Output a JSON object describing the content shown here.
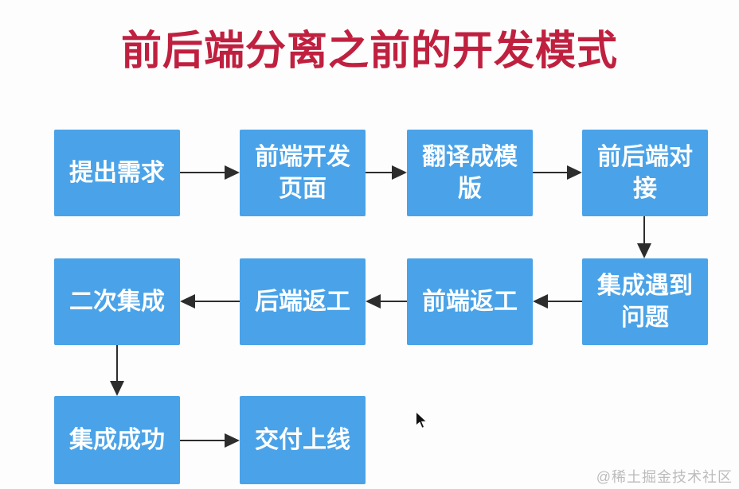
{
  "title": "前后端分离之前的开发模式",
  "watermark": "@稀土掘金技术社区",
  "colors": {
    "title": "#c0203f",
    "node_fill": "#4aa3e8",
    "node_text": "#ffffff",
    "arrow": "#2d2d2d",
    "watermark": "#bcbcbc",
    "background": "#fdfdfd"
  },
  "flowchart": {
    "type": "flow-diagram",
    "nodes": [
      {
        "id": "request",
        "label": "提出需求",
        "row": 1,
        "col": 1
      },
      {
        "id": "frontend-dev",
        "label": "前端开发页面",
        "row": 1,
        "col": 2
      },
      {
        "id": "translate-template",
        "label": "翻译成模版",
        "row": 1,
        "col": 3
      },
      {
        "id": "fe-be-joint",
        "label": "前后端对接",
        "row": 1,
        "col": 4
      },
      {
        "id": "integration-problem",
        "label": "集成遇到问题",
        "row": 2,
        "col": 4
      },
      {
        "id": "fe-rework",
        "label": "前端返工",
        "row": 2,
        "col": 3
      },
      {
        "id": "be-rework",
        "label": "后端返工",
        "row": 2,
        "col": 2
      },
      {
        "id": "second-integration",
        "label": "二次集成",
        "row": 2,
        "col": 1
      },
      {
        "id": "integration-success",
        "label": "集成成功",
        "row": 3,
        "col": 1
      },
      {
        "id": "deliver-launch",
        "label": "交付上线",
        "row": 3,
        "col": 2
      }
    ],
    "edges": [
      {
        "from": "提出需求",
        "to": "前端开发页面",
        "direction": "right"
      },
      {
        "from": "前端开发页面",
        "to": "翻译成模版",
        "direction": "right"
      },
      {
        "from": "翻译成模版",
        "to": "前后端对接",
        "direction": "right"
      },
      {
        "from": "前后端对接",
        "to": "集成遇到问题",
        "direction": "down"
      },
      {
        "from": "集成遇到问题",
        "to": "前端返工",
        "direction": "left"
      },
      {
        "from": "前端返工",
        "to": "后端返工",
        "direction": "left"
      },
      {
        "from": "后端返工",
        "to": "二次集成",
        "direction": "left"
      },
      {
        "from": "二次集成",
        "to": "集成成功",
        "direction": "down"
      },
      {
        "from": "集成成功",
        "to": "交付上线",
        "direction": "right"
      }
    ]
  }
}
